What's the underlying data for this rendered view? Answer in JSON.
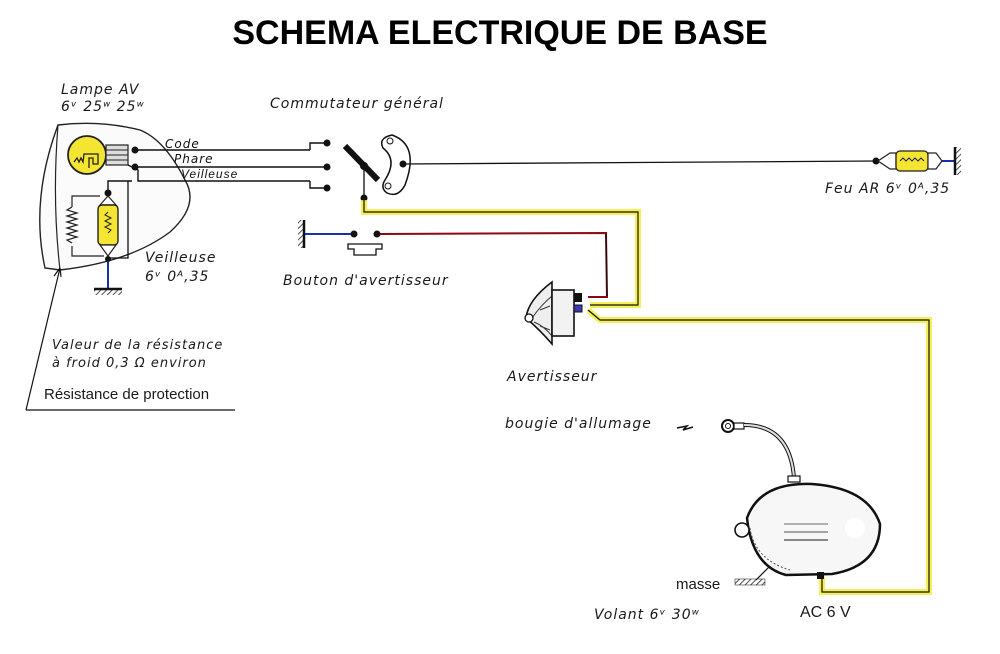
{
  "title": "SCHEMA ELECTRIQUE DE BASE",
  "components": {
    "headlamp": {
      "name": "Lampe AV",
      "rating": "6ᵛ 25ʷ 25ʷ",
      "wires": {
        "code": "Code",
        "phare": "Phare",
        "veilleuse": "Veilleuse"
      }
    },
    "pilot_lamp": {
      "name": "Veilleuse",
      "rating": "6ᵛ 0ᴬ,35"
    },
    "resistance_note": {
      "line1": "Valeur de la résistance",
      "line2": "à froid 0,3 Ω  environ",
      "label": "Résistance de protection"
    },
    "main_switch": {
      "name": "Commutateur général"
    },
    "horn_button": {
      "name": "Bouton d'avertisseur"
    },
    "tail_light": {
      "name": "Feu AR",
      "rating": "6ᵛ 0ᴬ,35"
    },
    "horn": {
      "name": "Avertisseur"
    },
    "spark_plug": {
      "name": "bougie d'allumage"
    },
    "flywheel": {
      "name": "Volant",
      "rating": "6ᵛ 30ʷ",
      "ground": "masse",
      "output": "AC 6 V"
    }
  },
  "colors": {
    "wire": "#111111",
    "ground_wire": "#1a2fb0",
    "horn_wire": "#8b0a14",
    "ac_wire_highlight": "#f5ec3a",
    "bulb_fill": "#f3e532"
  }
}
